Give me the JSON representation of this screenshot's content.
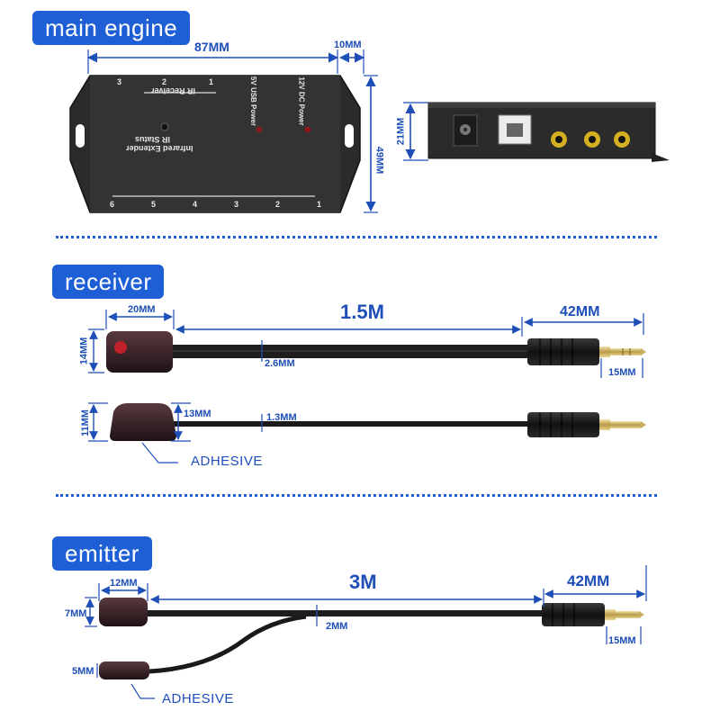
{
  "sections": {
    "main_engine": "main engine",
    "receiver": "receiver",
    "emitter": "emitter"
  },
  "main_engine": {
    "width": "87MM",
    "height": "49MM",
    "depth": "10MM",
    "side_height": "21MM",
    "labels": {
      "ir_receiver": "IR Receiver",
      "usb_power": "5V USB Power",
      "dc_power": "12V DC Power",
      "device_line1": "IR Status",
      "device_line2": "Infrared Extender",
      "top_ports": [
        "3",
        "2",
        "1"
      ],
      "bottom_ports": [
        "6",
        "5",
        "4",
        "3",
        "2",
        "1"
      ]
    }
  },
  "receiver": {
    "cable_length": "1.5M",
    "plug_length": "42MM",
    "head_width": "20MM",
    "head_height": "14MM",
    "cable_dia": "2.6MM",
    "plug_dia": "15MM",
    "side_height": "11MM",
    "side_top": "13MM",
    "side_cable": "1.3MM",
    "adhesive": "ADHESIVE"
  },
  "emitter": {
    "cable_length": "3M",
    "plug_length": "42MM",
    "head_width": "12MM",
    "head_height": "7MM",
    "cable_dia": "2MM",
    "plug_dia": "15MM",
    "second_head": "5MM",
    "adhesive": "ADHESIVE"
  },
  "colors": {
    "accent": "#1f5fd6",
    "dim": "#1e4fb8",
    "device": "#2a2a2a",
    "led": "#c0202a"
  }
}
